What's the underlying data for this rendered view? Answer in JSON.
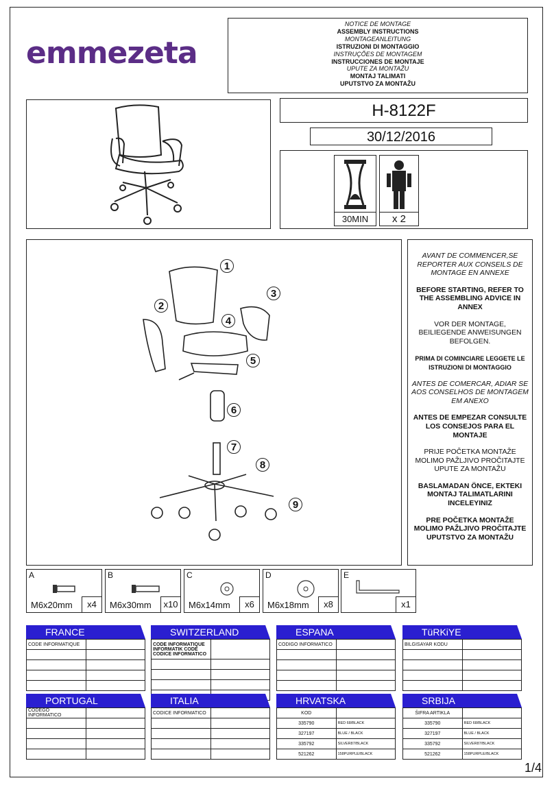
{
  "brand": "emmezeta",
  "notice_lines": [
    {
      "t": "NOTICE DE MONTAGE",
      "s": "it"
    },
    {
      "t": "ASSEMBLY INSTRUCTIONS",
      "s": "b"
    },
    {
      "t": "MONTAGEANLEITUNG",
      "s": "it"
    },
    {
      "t": "ISTRUZIONI DI MONTAGGIO",
      "s": "b"
    },
    {
      "t": "INSTRUÇÕES DE MONTAGEM",
      "s": "it"
    },
    {
      "t": "INSTRUCCIONES DE MONTAJE",
      "s": "b"
    },
    {
      "t": "UPUTE ZA MONTAŽU",
      "s": "it"
    },
    {
      "t": "MONTAJ TALIMATI",
      "s": "b"
    },
    {
      "t": "UPUTSTVO ZA MONTAŽU",
      "s": "b"
    }
  ],
  "model": "H-8122F",
  "date": "30/12/2016",
  "time_label": "30MIN",
  "people_label": "x 2",
  "part_numbers": [
    "1",
    "2",
    "3",
    "4",
    "5",
    "6",
    "7",
    "8",
    "9"
  ],
  "advice": [
    {
      "t": "AVANT DE COMMENCER,SE REPORTER AUX CONSEILS DE MONTAGE EN ANNEXE",
      "s": "it"
    },
    {
      "t": "BEFORE STARTING, REFER TO THE ASSEMBLING ADVICE IN ANNEX",
      "s": "b"
    },
    {
      "t": "VOR DER MONTAGE, BEILIEGENDE ANWEISUNGEN BEFOLGEN.",
      "s": ""
    },
    {
      "t": "PRIMA DI COMINCIARE LEGGETE LE ISTRUZIONI DI MONTAGGIO",
      "s": "b sm"
    },
    {
      "t": "ANTES DE COMERCAR, ADIAR SE AOS CONSELHOS DE MONTAGEM EM ANEXO",
      "s": "it"
    },
    {
      "t": "ANTES DE EMPEZAR CONSULTE LOS CONSEJOS PARA EL MONTAJE",
      "s": "b"
    },
    {
      "t": "PRIJE POČETKA MONTAŽE MOLIMO PAŽLJIVO PROČITAJTE UPUTE ZA MONTAŽU",
      "s": ""
    },
    {
      "t": "BASLAMADAN ÖNCE, EKTEKI MONTAJ TALIMATLARINI INCELEYINIZ",
      "s": "b"
    },
    {
      "t": "PRE POČETKA MONTAŽE MOLIMO PAŽLJIVO PROČITAJTE UPUTSTVO ZA MONTAŽU",
      "s": "b"
    }
  ],
  "hardware": [
    {
      "letter": "A",
      "size": "M6x20mm",
      "qty": "x4"
    },
    {
      "letter": "B",
      "size": "M6x30mm",
      "qty": "x10"
    },
    {
      "letter": "C",
      "size": "M6x14mm",
      "qty": "x6"
    },
    {
      "letter": "D",
      "size": "M6x18mm",
      "qty": "x8"
    },
    {
      "letter": "E",
      "size": "",
      "qty": "x1"
    }
  ],
  "countries": [
    {
      "name": "FRANCE",
      "code_label": "CODE INFORMATIQUE",
      "rows": []
    },
    {
      "name": "SWITZERLAND",
      "code_label": "CODE INFORMATIQUE\nINFORMATIK CODE\nCODICE INFORMATICO",
      "rows": []
    },
    {
      "name": "ESPANA",
      "code_label": "CODIGO INFORMATICO",
      "rows": []
    },
    {
      "name": "TüRKiYE",
      "code_label": "BILGISAYAR KODU",
      "rows": []
    },
    {
      "name": "PORTUGAL",
      "code_label": "CODEGO INFORMATICO",
      "rows": []
    },
    {
      "name": "ITALIA",
      "code_label": "CODICE INFORMATICO",
      "rows": []
    },
    {
      "name": "HRVATSKA",
      "code_label": "KOD",
      "rows": [
        [
          "335790",
          "RED 68/BLACK"
        ],
        [
          "327197",
          "BLUE / BLACK"
        ],
        [
          "335792",
          "SILVER87/BLACK"
        ],
        [
          "521262",
          "158PURPLE/BLACK"
        ]
      ]
    },
    {
      "name": "SRBIJA",
      "code_label": "ŠIFRA ARTIKLA",
      "rows": [
        [
          "335790",
          "RED 68/BLACK"
        ],
        [
          "327197",
          "BLUE / BLACK"
        ],
        [
          "335792",
          "SILVER87/BLACK"
        ],
        [
          "521262",
          "158PURPLE/BLACK"
        ]
      ]
    }
  ],
  "page": "1/4"
}
